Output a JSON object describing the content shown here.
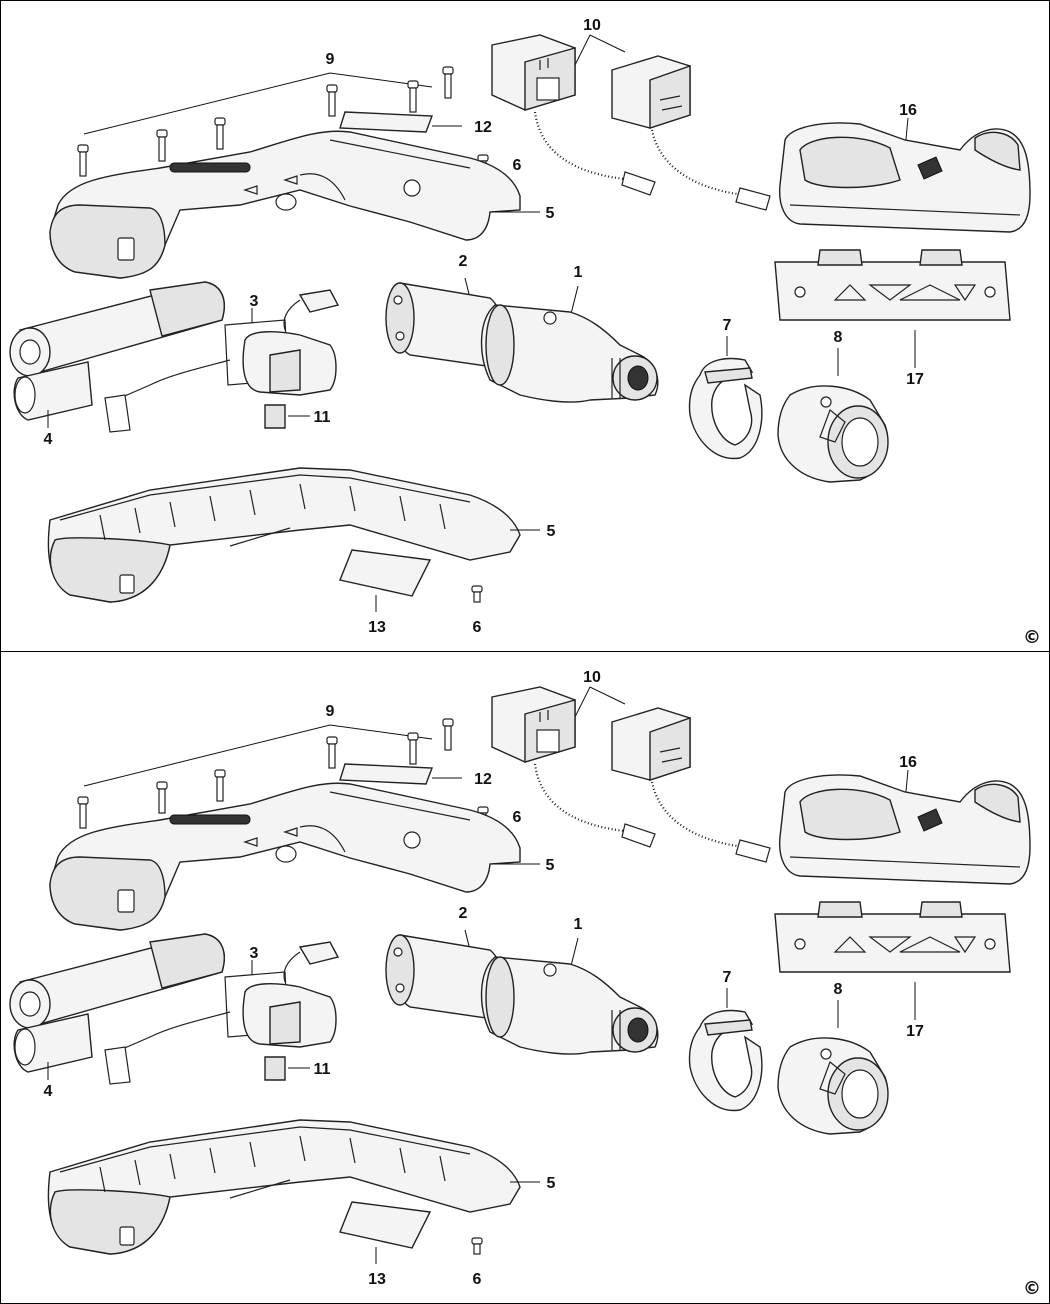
{
  "panels": [
    {
      "copyright": "©",
      "callouts": {
        "p1": "1",
        "p2": "2",
        "p3": "3",
        "p4": "4",
        "p5a": "5",
        "p5b": "5",
        "p6a": "6",
        "p6b": "6",
        "p7": "7",
        "p8": "8",
        "p9": "9",
        "p10": "10",
        "p11": "11",
        "p12": "12",
        "p13": "13",
        "p16": "16",
        "p17": "17"
      }
    },
    {
      "copyright": "©",
      "callouts": {
        "p1": "1",
        "p2": "2",
        "p3": "3",
        "p4": "4",
        "p5a": "5",
        "p5b": "5",
        "p6a": "6",
        "p6b": "6",
        "p7": "7",
        "p8": "8",
        "p9": "9",
        "p10": "10",
        "p11": "11",
        "p12": "12",
        "p13": "13",
        "p16": "16",
        "p17": "17"
      }
    }
  ]
}
